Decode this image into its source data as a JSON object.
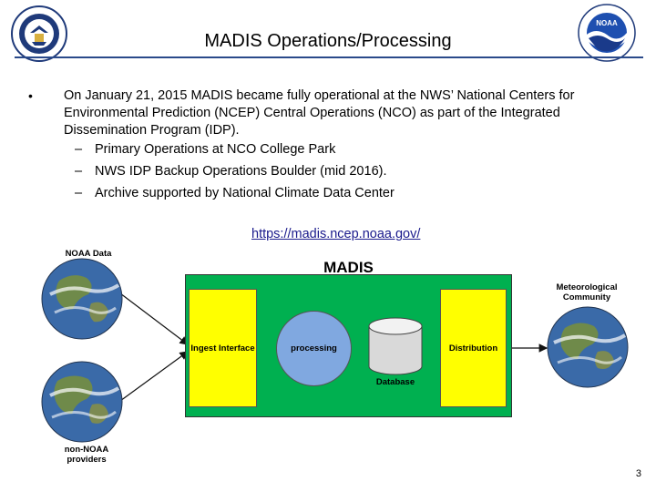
{
  "slide": {
    "title": "MADIS Operations/Processing",
    "bullet": "On January 21, 2015 MADIS became fully operational at the NWS’ National Centers for Environmental Prediction (NCEP) Central Operations (NCO) as part of the Integrated Dissemination Program (IDP).",
    "subbullets": [
      "Primary Operations at NCO College Park",
      "NWS IDP Backup Operations Boulder (mid 2016).",
      "Archive supported by National Climate Data Center"
    ],
    "dash": "–",
    "bullet_symbol": "•",
    "link": "https://madis.ncep.noaa.gov/",
    "page_number": "3"
  },
  "logos": {
    "left": "Department of Commerce seal",
    "right": "NOAA logo",
    "noaa_text": "NOAA"
  },
  "diagram": {
    "title": "MADIS",
    "noaa_data": "NOAA Data",
    "non_noaa": "non-NOAA providers",
    "met_community": "Meteorological Community",
    "ingest": "Ingest Interface",
    "processing": "processing",
    "database": "Database",
    "distribution": "Distribution"
  },
  "colors": {
    "green": "#00b050",
    "yellow": "#ffff00",
    "blue_circle": "#80a8e0",
    "title_rule": "#2a4a8a"
  }
}
